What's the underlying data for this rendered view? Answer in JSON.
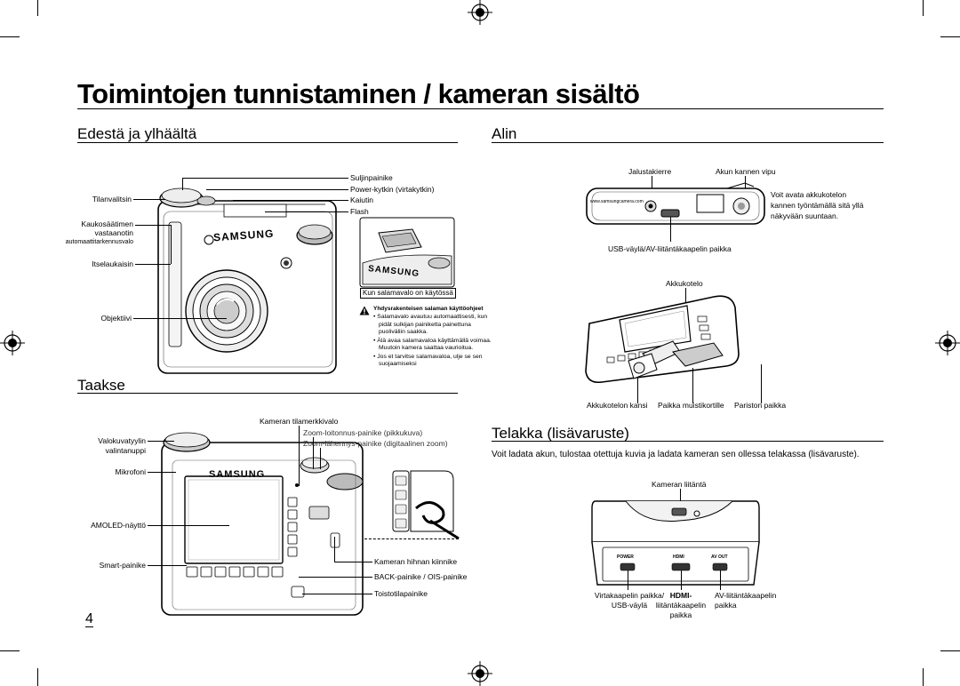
{
  "page": {
    "title": "Toimintojen tunnistaminen / kameran sisältö",
    "page_number": "4"
  },
  "front": {
    "heading": "Edestä ja ylhäältä",
    "labels": {
      "tilanvalitsin": "Tilanvalitsin",
      "kaukosaadin_1": "Kaukosäätimen",
      "kaukosaadin_2": "vastaanotin",
      "af_lamp": "automaattitarkennusvalo",
      "itselaukaisin": "Itselaukaisin",
      "objektiivi": "Objektiivi",
      "suljin": "Suljinpainike",
      "power": "Power-kytkin (virtakytkin)",
      "kaiutin": "Kaiutin",
      "flash": "Flash"
    },
    "brand": "SAMSUNG",
    "flash_caption": "Kun salamavalo on käytössä",
    "note": {
      "title": "Yhdysrakenteisen salaman käyttöohjeet",
      "items": [
        "Salamavalo avautuu automaattisesti, kun pidät sulkijan painiketta painettuna puoliväliin saakka.",
        "Älä avaa salamavaloa käyttämällä voimaa. Muutoin kamera saattaa vaurioitua.",
        "Jos et tarvitse salamavaloa, ulje se sen suojaamiseksi"
      ]
    }
  },
  "back": {
    "heading": "Taakse",
    "labels": {
      "tilamerkkivalo": "Kameran tilamerkkivalo",
      "zoom_out": "Zoom-loitonnus-painike (pikkukuva)",
      "zoom_in": "Zoom-lähennys-painike (digitaalinen zoom)",
      "valokuvatyylin_1": "Valokuvatyylin",
      "valokuvatyylin_2": "valintanuppi",
      "mikrofoni": "Mikrofoni",
      "amoled": "AMOLED-näyttö",
      "smart": "Smart-painike",
      "hihna": "Kameran hihnan kiinnike",
      "back_ois": "BACK-painike / OIS-painike",
      "toisto": "Toistotilapainike"
    }
  },
  "bottom": {
    "heading": "Alin",
    "labels": {
      "jalusta": "Jalustakierre",
      "akun_kannen_vipu": "Akun kannen vipu",
      "voit_avata_1": "Voit avata akkukotelon",
      "voit_avata_2": "kannen työntämällä sitä yllä",
      "voit_avata_3": "näkyvään suuntaan.",
      "usb_av": "USB-väylä/AV-liitäntäkaapelin paikka",
      "akkukotelo": "Akkukotelo",
      "akkukotelon_kansi": "Akkukotelon kansi",
      "paikka_muisti": "Paikka muistikortille",
      "pariston_paikka": "Pariston paikka"
    },
    "url_text": "www.samsungcamera.com"
  },
  "cradle": {
    "heading": "Telakka (lisävaruste)",
    "text": "Voit ladata akun, tulostaa otettuja kuvia ja ladata kameran sen ollessa telakassa (lisävaruste).",
    "labels": {
      "liitanta": "Kameran liitäntä",
      "virta_1": "Virtakaapelin paikka/",
      "virta_2": "USB-väylä",
      "hdmi_1": "HDMI-",
      "hdmi_2": "liitäntäkaapelin",
      "hdmi_3": "paikka",
      "av_1": "AV-liitäntäkaapelin",
      "av_2": "paikka"
    },
    "ports": {
      "power": "POWER",
      "hdmi": "HDMI",
      "avout": "AV OUT"
    }
  }
}
